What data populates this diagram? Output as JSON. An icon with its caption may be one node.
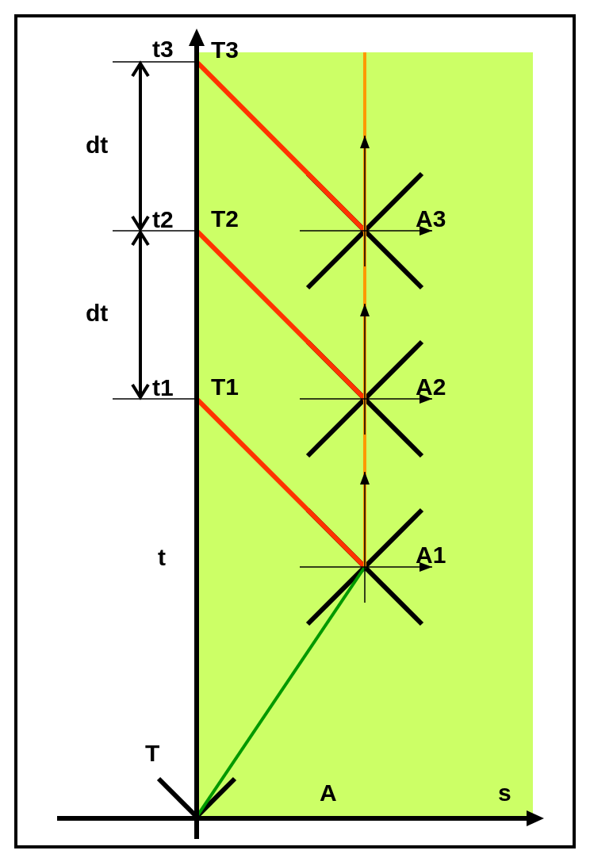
{
  "diagram": {
    "nodes": [
      {
        "text": [
          "T3"
        ]
      },
      {
        "text": [
          "T2"
        ]
      },
      {
        "text": [
          "T1"
        ]
      },
      {
        "text": [
          "A3"
        ]
      },
      {
        "text": [
          "A2"
        ]
      },
      {
        "text": [
          "A1"
        ]
      },
      {
        "text": [
          "T"
        ]
      }
    ],
    "edges": [
      {
        "from": 0,
        "to": 3,
        "arrow": "none"
      },
      {
        "from": 1,
        "to": 4,
        "arrow": "none"
      },
      {
        "from": 2,
        "to": 5,
        "arrow": "none"
      },
      {
        "from": 6,
        "to": 5,
        "arrow": "none",
        "color": "#009900"
      },
      {
        "from": 5,
        "to": 4,
        "arrow": "none",
        "color": "#ff9900"
      },
      {
        "from": 4,
        "to": 3,
        "arrow": "none",
        "color": "#ff9900"
      },
      {
        "from": 3,
        "to": null,
        "arrow": "none",
        "color": "#ff9900"
      }
    ],
    "labels": [
      "t3",
      "dt",
      "t2",
      "dt",
      "t1",
      "t",
      "A",
      "s"
    ]
  }
}
